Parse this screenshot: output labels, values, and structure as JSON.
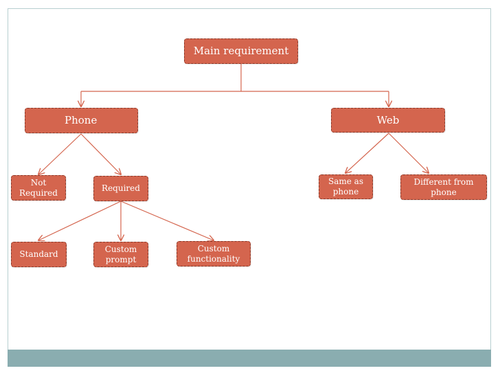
{
  "diagram": {
    "root": {
      "label": "Main requirement"
    },
    "branches": {
      "phone": {
        "label": "Phone"
      },
      "web": {
        "label": "Web"
      }
    },
    "phone_children": {
      "not_required": {
        "label": "Not\nRequired"
      },
      "required": {
        "label": "Required"
      }
    },
    "required_children": {
      "standard": {
        "label": "Standard"
      },
      "custom_prompt": {
        "label": "Custom\nprompt"
      },
      "custom_functionality": {
        "label": "Custom\nfunctionality"
      }
    },
    "web_children": {
      "same_as_phone": {
        "label": "Same as\nphone"
      },
      "different_from_phone": {
        "label": "Different from\nphone"
      }
    }
  },
  "colors": {
    "node_fill": "#d4654e",
    "node_border": "#8a3a2a",
    "connector": "#d4654e",
    "footer_band": "#8aadb0",
    "frame_border": "#b7cfd0"
  }
}
